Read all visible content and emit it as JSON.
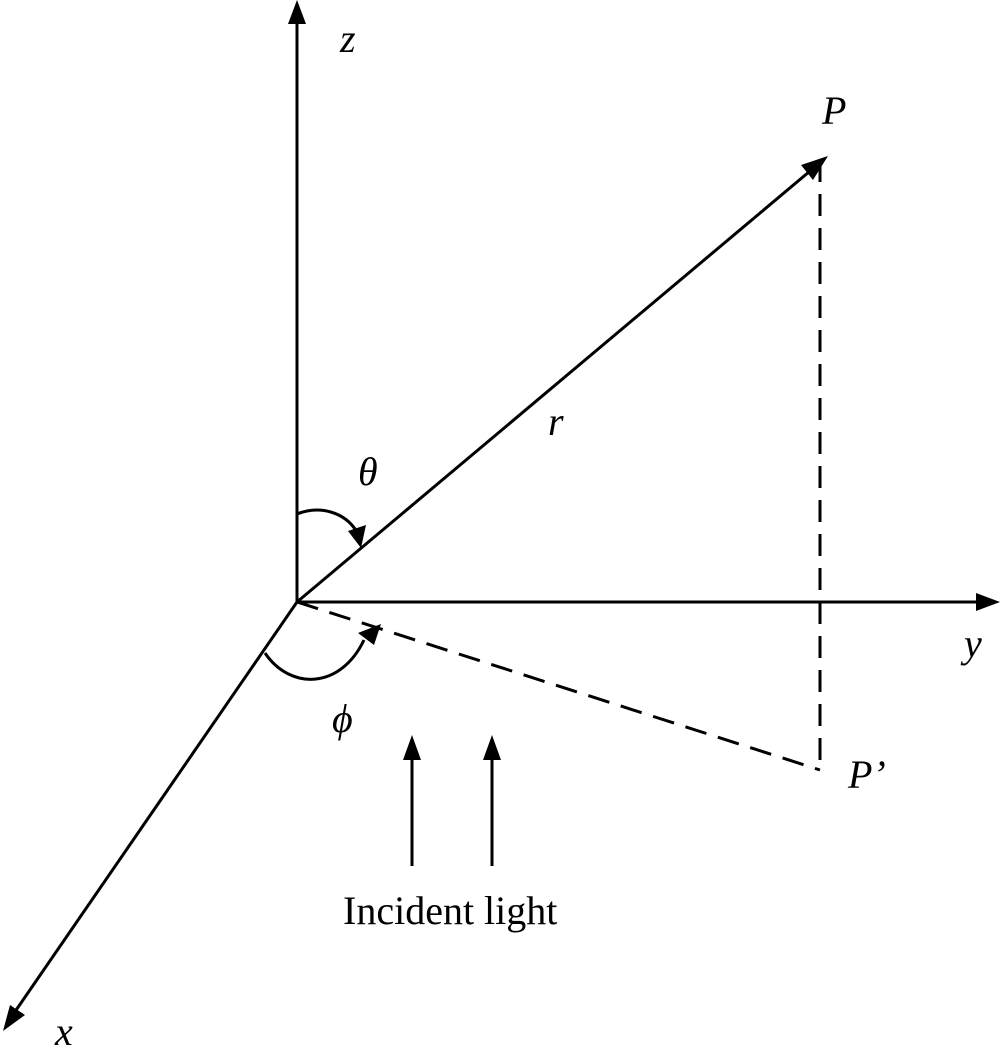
{
  "labels": {
    "z_axis": "z",
    "y_axis": "y",
    "x_axis": "x",
    "point_p": "P",
    "point_p_prime": "P’",
    "radius": "r",
    "polar_angle": "θ",
    "azimuth_angle": "ϕ",
    "incident_light": "Incident light"
  },
  "colors": {
    "stroke": "#000000",
    "background": "#ffffff"
  }
}
